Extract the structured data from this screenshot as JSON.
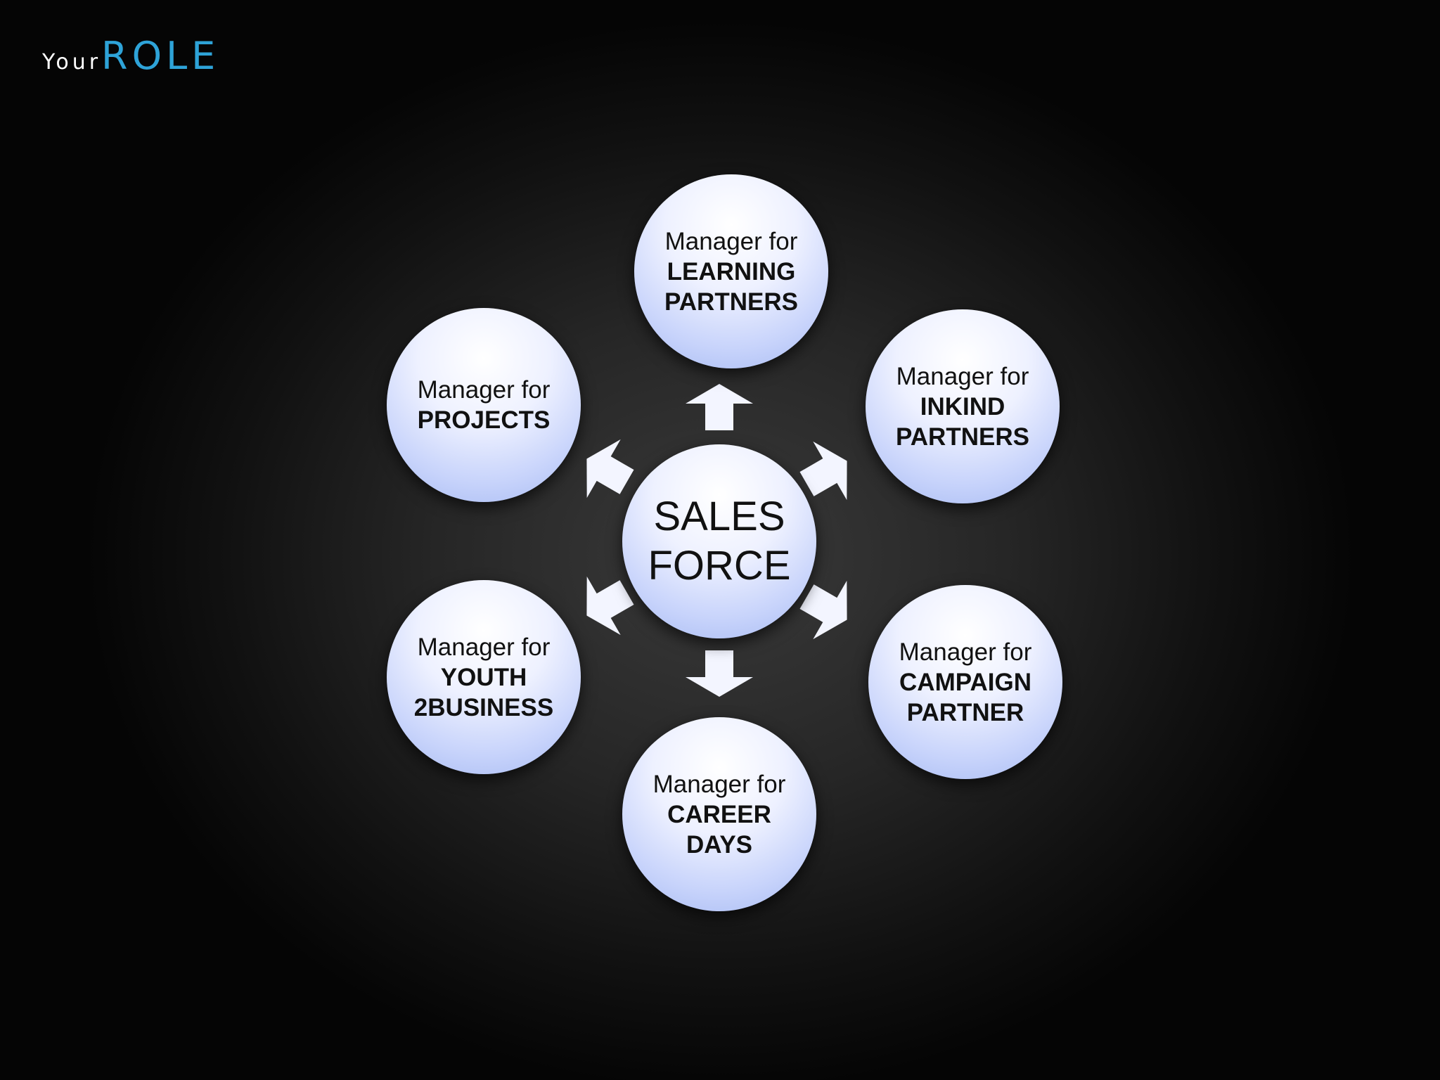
{
  "brand": {
    "prefix": "Your",
    "name": "ROLE"
  },
  "center": {
    "line1": "SALES",
    "line2": "FORCE"
  },
  "managers": [
    {
      "prefix": "Manager for",
      "focus": "LEARNING PARTNERS"
    },
    {
      "prefix": "Manager for",
      "focus": "INKIND PARTNERS"
    },
    {
      "prefix": "Manager for",
      "focus": "CAMPAIGN PARTNER"
    },
    {
      "prefix": "Manager for",
      "focus": "CAREER DAYS"
    },
    {
      "prefix": "Manager for",
      "focus": "YOUTH 2BUSINESS"
    },
    {
      "prefix": "Manager for",
      "focus": "PROJECTS"
    }
  ]
}
